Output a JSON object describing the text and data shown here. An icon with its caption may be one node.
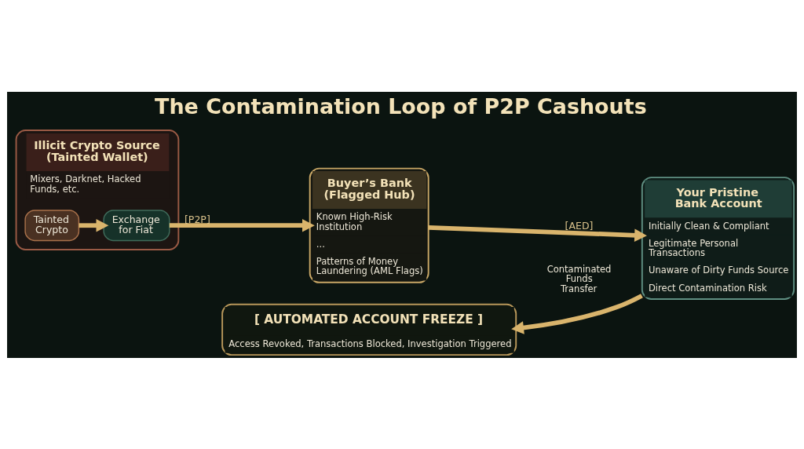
{
  "diagram": {
    "title": "The Contamination Loop of P2P Cashouts",
    "nodes": [
      {
        "text": [
          "Illicit Crypto Source (Tainted Wallet)",
          "Mixers, Darknet, Hacked Funds, etc."
        ]
      },
      {
        "text": [
          "Tainted Crypto"
        ],
        "in": 0
      },
      {
        "text": [
          "Exchange for Fiat"
        ],
        "in": 0
      },
      {
        "text": [
          "Buyer’s Bank (Flagged Hub)",
          "Known High-Risk Institution",
          "...",
          "Patterns of Money Laundering (AML Flags)"
        ]
      },
      {
        "text": [
          "Your Pristine Bank Account",
          "Initially Clean & Compliant",
          "Legitimate Personal Transactions",
          "Unaware of Dirty Funds Source",
          "Direct Contamination Risk"
        ]
      },
      {
        "text": [
          "[ AUTOMATED ACCOUNT FREEZE ]",
          "Access Revoked, Transactions Blocked, Investigation Triggered"
        ]
      }
    ],
    "edges": [
      {
        "from": 1,
        "to": 2,
        "arrow": "to"
      },
      {
        "from": 2,
        "to": 3,
        "arrow": "to",
        "label": "[P2P]"
      },
      {
        "from": 3,
        "to": 4,
        "arrow": "to",
        "label": "[AED]"
      },
      {
        "from": 4,
        "to": 5,
        "arrow": "to"
      }
    ],
    "labels": [
      "Contaminated Funds Transfer"
    ]
  }
}
